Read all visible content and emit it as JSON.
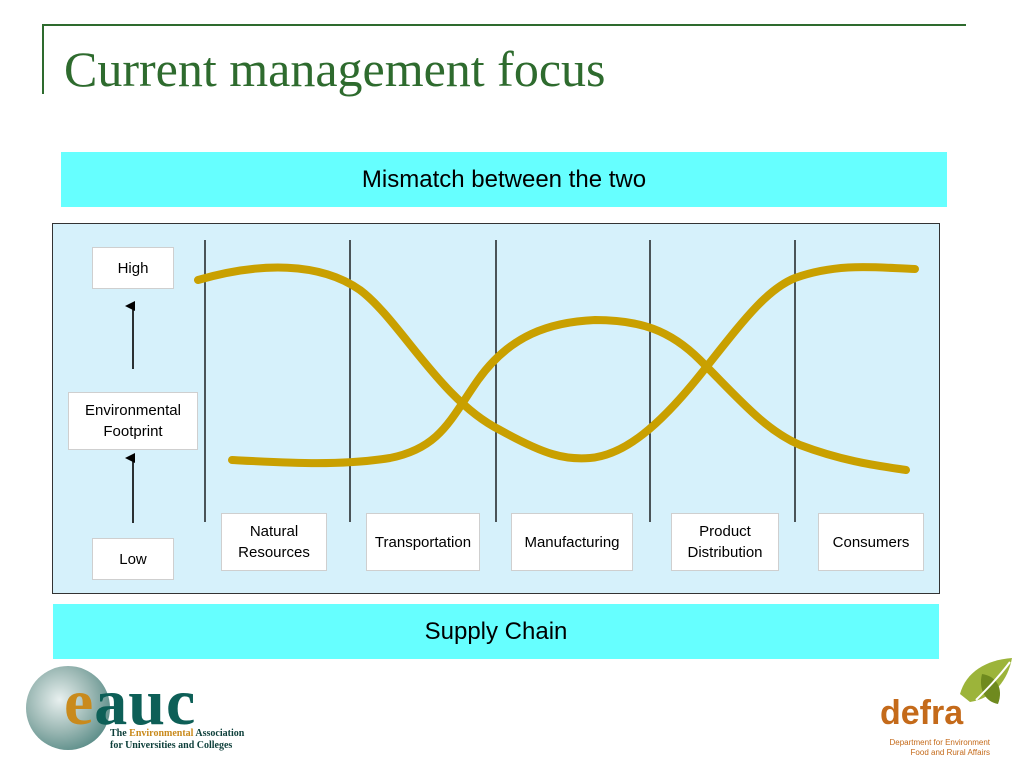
{
  "slide": {
    "title": "Current management focus",
    "top_banner": "Mismatch between the two",
    "bottom_banner": "Supply Chain"
  },
  "axis": {
    "high_label": "High",
    "middle_label": "Environmental\nFootprint",
    "low_label": "Low"
  },
  "stages": [
    {
      "label": "Natural\nResources"
    },
    {
      "label": "Transportation"
    },
    {
      "label": "Manufacturing"
    },
    {
      "label": "Product\nDistribution"
    },
    {
      "label": "Consumers"
    }
  ],
  "colors": {
    "curve": "#c9a000",
    "banner": "#66ffff",
    "panel": "#d6f1fb",
    "title": "#2e6b2e"
  },
  "logos": {
    "eauc": {
      "word": "auc",
      "initial": "e",
      "tagline_prefix": "The ",
      "tagline_highlight": "Environmental",
      "tagline_suffix": " Association",
      "tagline_line2": "for Universities and Colleges"
    },
    "defra": {
      "word": "defra",
      "sub_line1": "Department for Environment",
      "sub_line2": "Food and Rural Affairs"
    }
  }
}
